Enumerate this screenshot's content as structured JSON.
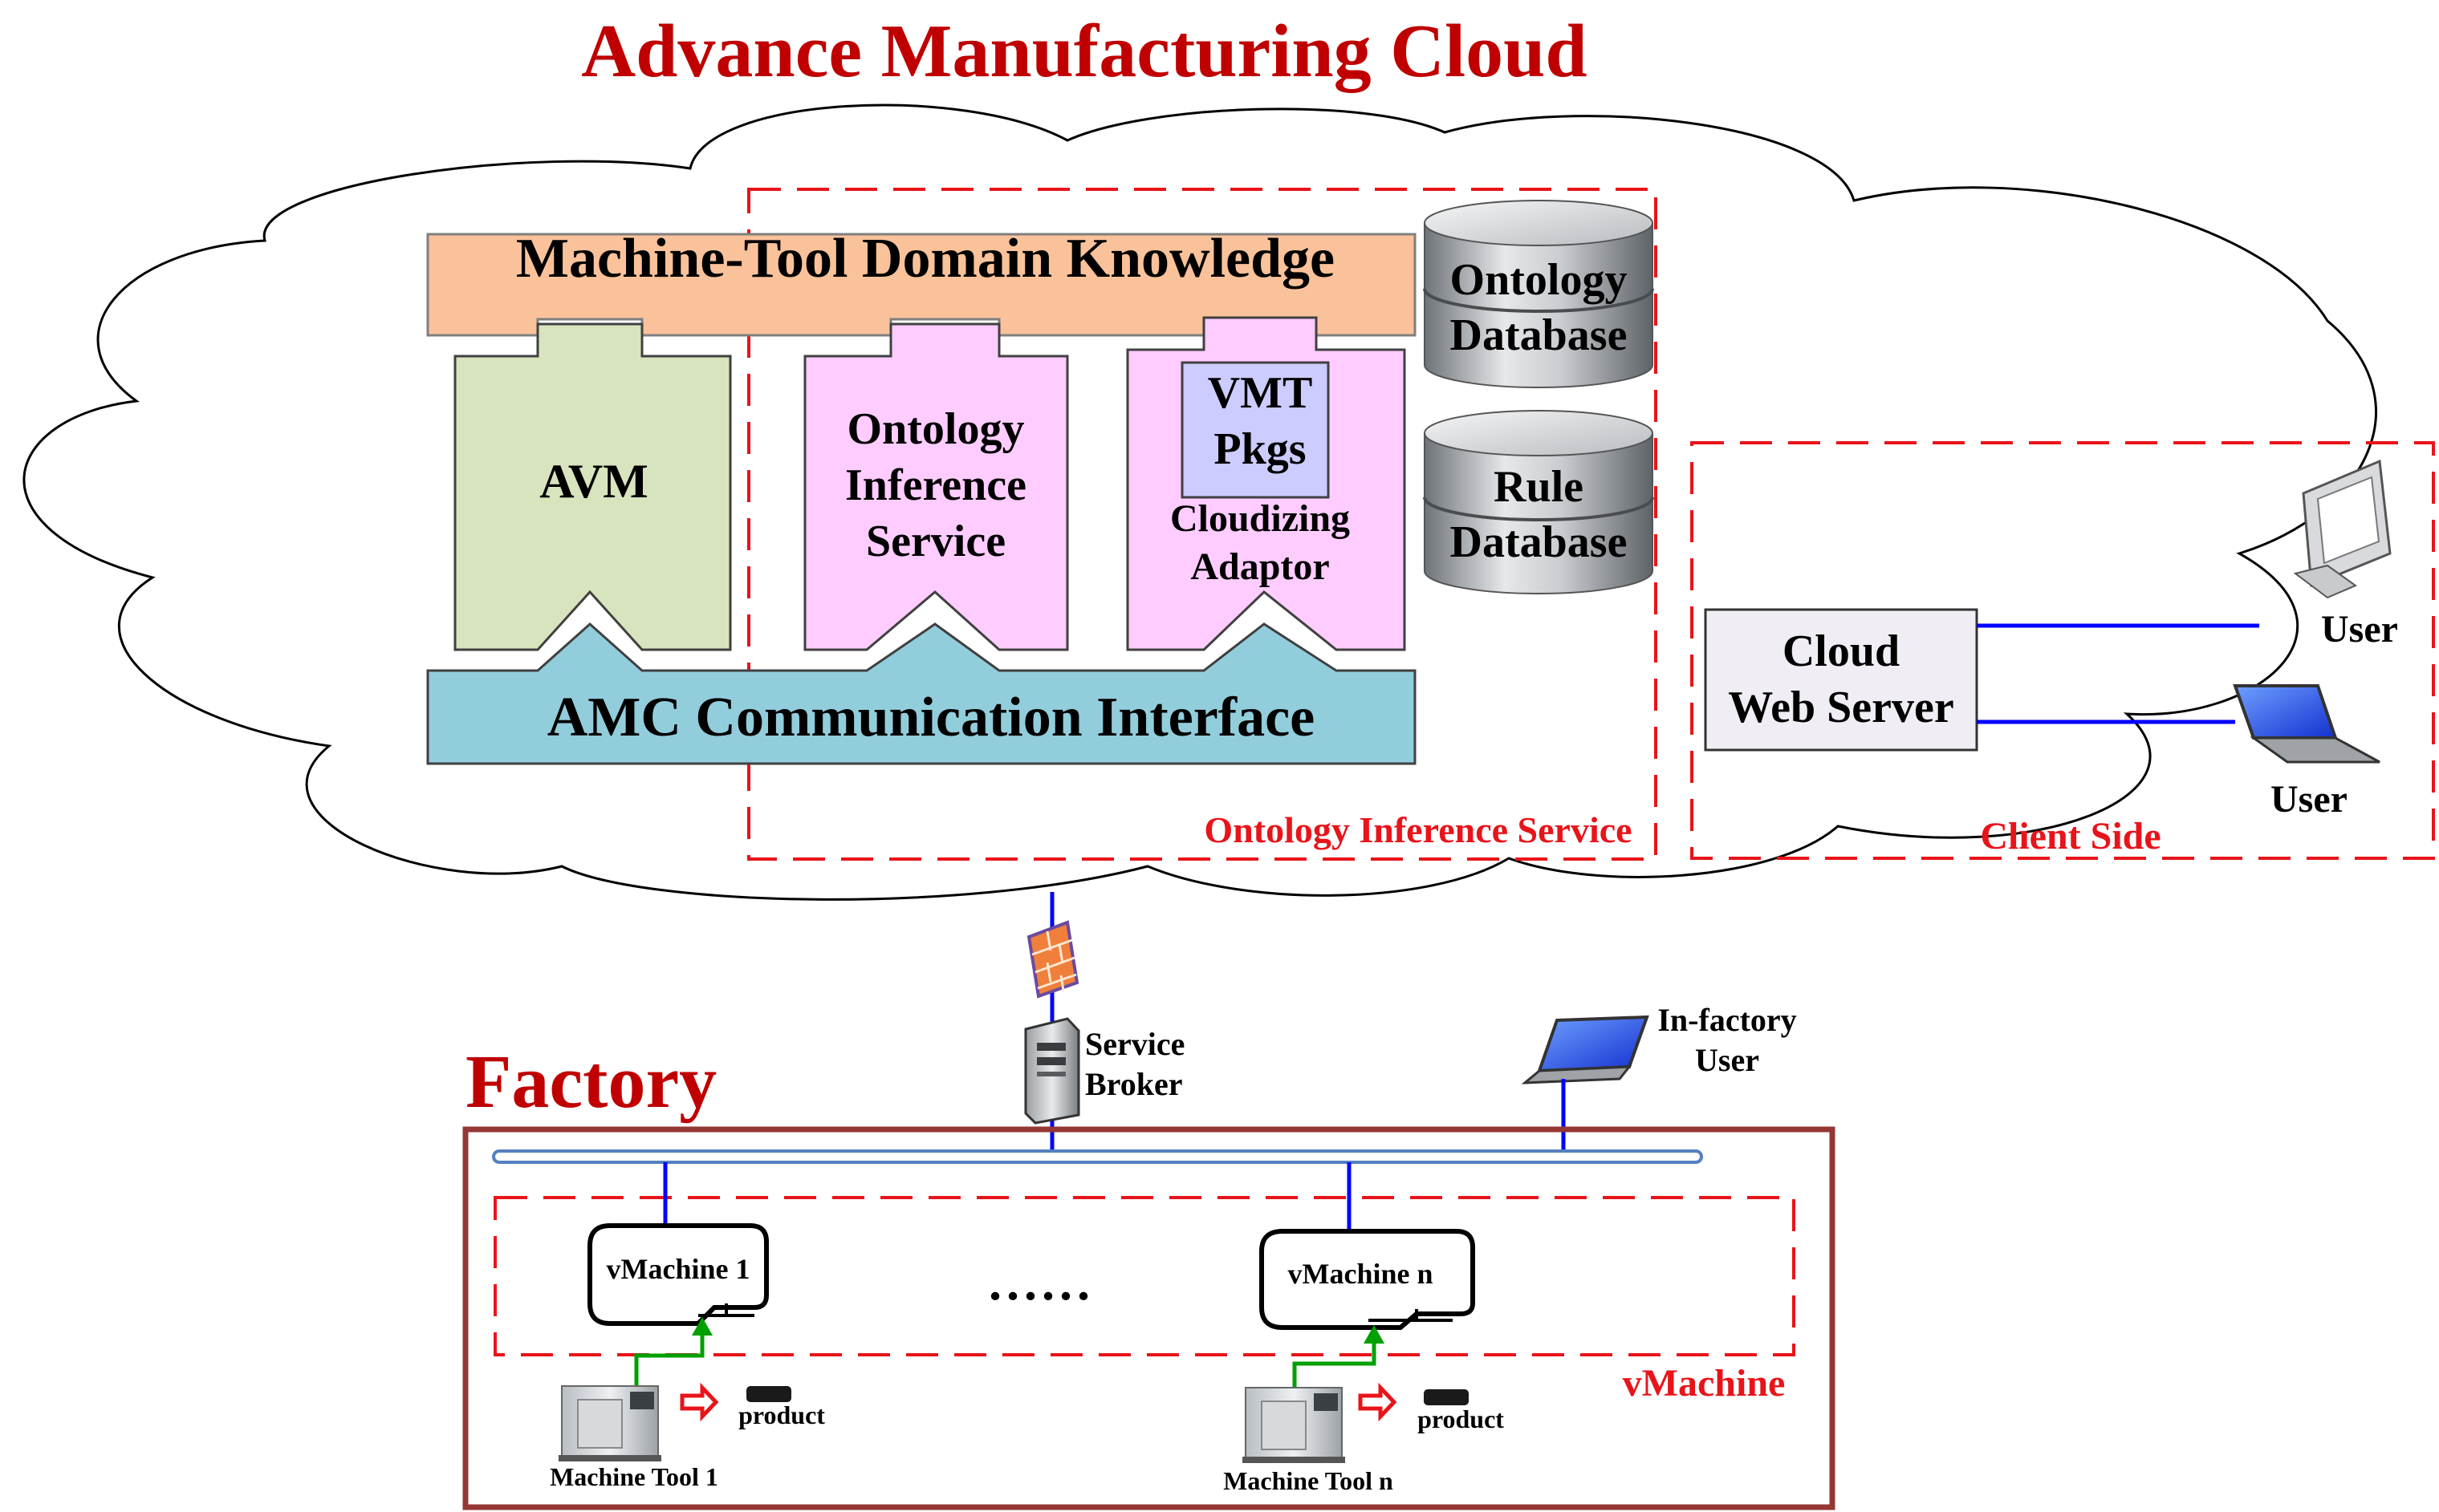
{
  "cloud": {
    "title": "Advance Manufacturing Cloud",
    "knowledge_bar": "Machine-Tool Domain Knowledge",
    "avm": "AVM",
    "ois_block": [
      "Ontology",
      "Inference",
      "Service"
    ],
    "vmt": [
      "VMT",
      "Pkgs"
    ],
    "cloudizing": [
      "Cloudizing",
      "Adaptor"
    ],
    "comm_bar": "AMC Communication Interface",
    "ontology_db": [
      "Ontology",
      "Database"
    ],
    "rule_db": [
      "Rule",
      "Database"
    ],
    "ois_region_label": "Ontology Inference Service",
    "web_server": [
      "Cloud",
      "Web Server"
    ],
    "client_region_label": "Client Side",
    "user_desktop": "User",
    "user_laptop": "User"
  },
  "factory": {
    "title": "Factory",
    "service_broker": [
      "Service",
      "Broker"
    ],
    "infactory_user": [
      "In-factory",
      "User"
    ],
    "vmachine_region_label": "vMachine",
    "vmachine_1": "vMachine 1",
    "vmachine_n": "vMachine n",
    "ellipsis": "......",
    "product_1": "product",
    "product_n": "product",
    "machine_tool_1": "Machine Tool 1",
    "machine_tool_n": "Machine Tool n"
  },
  "colors": {
    "title_red": "#c00000",
    "dashed_red": "#e8141a",
    "knowledge_fill": "#fac29a",
    "avm_fill": "#d7e4bd",
    "ois_fill": "#ffccff",
    "vmt_fill": "#ccccff",
    "comm_fill": "#92cddc",
    "factory_border": "#953735",
    "network_line": "#0000ff",
    "arrow_green": "#00a000"
  }
}
